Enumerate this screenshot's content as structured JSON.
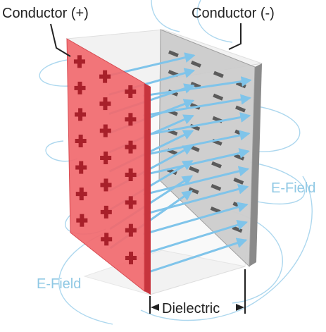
{
  "labels": {
    "conductor_pos": "Conductor (+)",
    "conductor_neg": "Conductor (-)",
    "efield_right": "E-Field",
    "efield_left": "E-Field",
    "dielectric": "Dielectric"
  },
  "colors": {
    "positive_plate": "#f26b6f",
    "positive_edge": "#d63f47",
    "plus_sign": "#a8202a",
    "negative_plate": "#c9c9c9",
    "negative_edge": "#8a8a8a",
    "minus_sign": "#5a5a5a",
    "field_line": "#7fc4ea",
    "text": "#222222",
    "field_text": "#8fc8e4"
  },
  "icons": {
    "positive_charge": "plus-sign",
    "negative_charge": "minus-sign"
  }
}
